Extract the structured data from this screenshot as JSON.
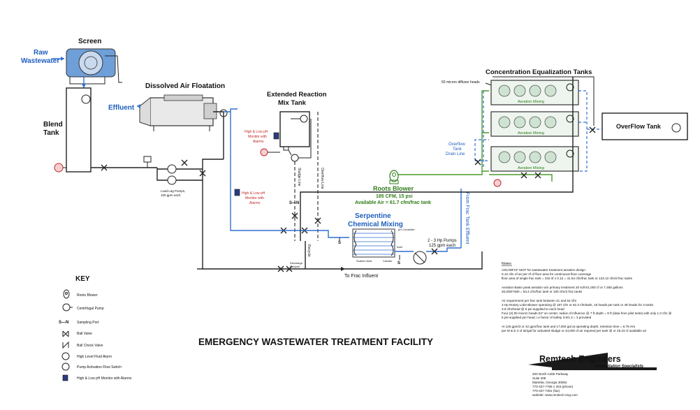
{
  "title": "EMERGENCY WASTEWATER TREATMENT FACILITY",
  "labels": {
    "screen": "Screen",
    "raw_wastewater_1": "Raw",
    "raw_wastewater_2": "Wastewater",
    "blend_tank_1": "Blend",
    "blend_tank_2": "Tank",
    "daf": "Dissolved Air Floatation",
    "effluent": "Effluent",
    "ext_reaction_1": "Extended Reaction",
    "ext_reaction_2": "Mix Tank",
    "ph_monitor_1a": "High & Low pH",
    "ph_monitor_1b": "Monitor with",
    "ph_monitor_1c": "Alarms",
    "ph_monitor_2a": "High & Low pH",
    "ph_monitor_2b": "Monitor with",
    "ph_monitor_2c": "Alarms",
    "load_lag_1": "Load Lag Pumps,",
    "load_lag_2": "100 gpm each",
    "cet": "Concentration Equalization Tanks",
    "diffuser": "50 micron diffuser heads",
    "aeration_mixing_1": "Aeration Mixing",
    "aeration_mixing_2": "Aeration Mixing",
    "aeration_mixing_3": "Aeration Mixing",
    "overflow_tank": "OverFlow Tank",
    "overflow_drain_1": "Overflow",
    "overflow_drain_2": "Tank",
    "overflow_drain_3": "Drain Line",
    "roots_blower": "Roots Blower",
    "blower_spec": "185 CFM, 15 psi",
    "available_air": "Available Air = 61.7 cfm/frac tank",
    "serpentine_1": "Serpentine",
    "serpentine_2": "Chemical Mixing",
    "from_frac": "From Frac Tank Effluent",
    "pumps_1": "2 - 3 Hp Pumps",
    "pumps_2": "125 gpm each",
    "to_frac": "To Frac Influent",
    "sludge_line": "Sludge Line",
    "overflow_line": "Overflow Line",
    "recycle": "Recycle",
    "sampling_s1": "S",
    "sampling_s2": "S",
    "sampling_s3": "S",
    "ph_controller": "pH Controller",
    "acid": "Acid",
    "sodium_acid": "Sodium Acid",
    "caustic": "Caustic",
    "discharge_1": "Discharge",
    "discharge_2": "Recycle",
    "s_dash_n": "S—N"
  },
  "key": {
    "title": "KEY",
    "items": [
      "Roots Blower",
      "Centrifugal Pump",
      "Sampling Port",
      "Ball Valve",
      "Ball Check Valve",
      "High Level Fluid Alarm",
      "Pump Activation Flow Switch",
      "High & Low pH Monitor with Alarms"
    ],
    "sampling_symbol": "S—N"
  },
  "notes": {
    "heading": "Notes:",
    "lines": [
      "ASC/WFCF MCP for wastewater treatment aeration design",
      "0.12 cfm of air per sf of floor area for continuous floor coverage",
      "floor area of single frac tank = 342 sf x 0.12 = 41.04 cfm/frac tank or 123.12 cfm/3 frac tanks",
      "",
      "Aeration Basin peak aeration w/o primary treatment 20 scfm/1,000 cf or 7,480 gallons",
      "20,000/7480 = 53.4 cfm/frac tank or 160 cfm/3 frac tanks",
      "",
      "Air requirement per frac tank between 41 and 53 cfm",
      "3 Hp Rotary Lobe Blower operating @ 187 cfm or 62.3 cfm/tank, 16 heads per tank or 48 heads for 3 tanks",
      "3.9 cfm/head @ 5 psi supplied to each head",
      "Four (4) 50 micron heads 54\" on center, radius of influence @ 7 ft depth = 8 ft (data from pilot tests) with only 1.3 cfm @",
      "5 psi supplied per head, i.e factor of safety 3.9/1.3 = 3 provided",
      "",
      "At 125 gpm/3 or 42 gpm/frac tank and 17,000 gal at operating depth, retention time = 6.75 Hrs",
      "per M & E 2 of air/gal for activated sludge or 34,000 of air required per tank @ or 25.23 cf available air"
    ]
  },
  "company": {
    "name": "Remtech Engineers",
    "tagline": "Remediation Specialists",
    "address": [
      "200 North Cobb Parkway",
      "Suite 208",
      "Marietta, Georgia  30062",
      "770-427-7766 x 203 (phone)",
      "770-427-7301 (fax)",
      "website:  www.remtech-eng.com"
    ]
  }
}
